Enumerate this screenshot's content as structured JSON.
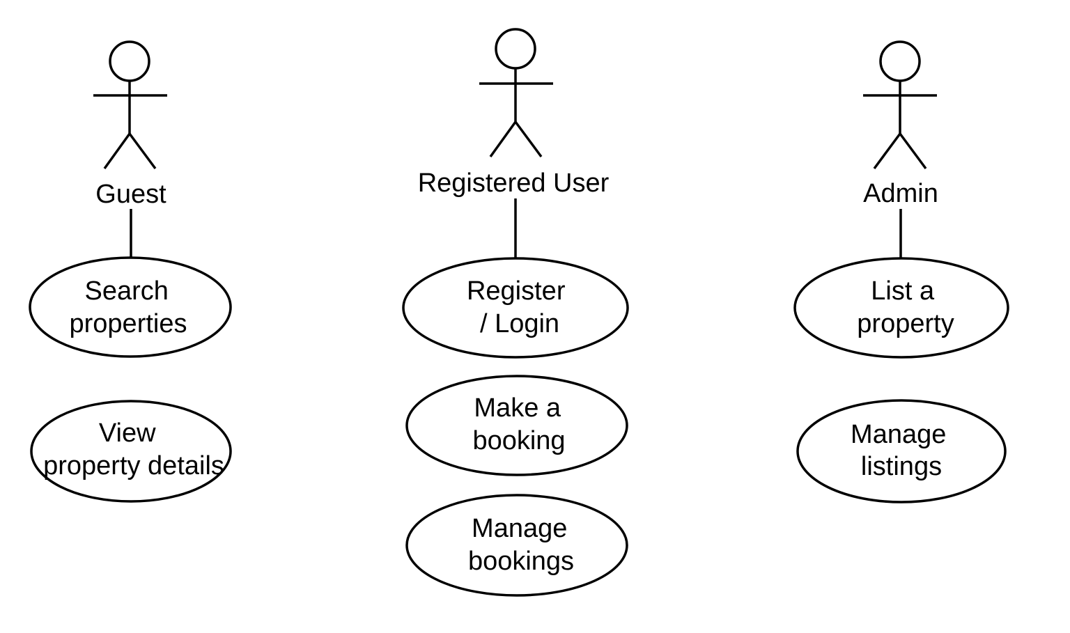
{
  "diagram": {
    "colors": {
      "background": "#ffffff",
      "stroke": "#000000",
      "text": "#000000"
    },
    "actors": {
      "guest": {
        "name": "Guest",
        "use_cases": {
          "search": {
            "line1": "Search",
            "line2": "properties"
          },
          "view": {
            "line1": "View",
            "line2": "property details"
          }
        }
      },
      "registered_user": {
        "name": "Registered User",
        "use_cases": {
          "register": {
            "line1": "Register",
            "line2": "/ Login"
          },
          "booking": {
            "line1": "Make a",
            "line2": "booking"
          },
          "manage_bookings": {
            "line1": "Manage",
            "line2": "bookings"
          }
        }
      },
      "admin": {
        "name": "Admin",
        "use_cases": {
          "list": {
            "line1": "List a",
            "line2": "property"
          },
          "manage_listings": {
            "line1": "Manage",
            "line2": "listings"
          }
        }
      }
    }
  }
}
